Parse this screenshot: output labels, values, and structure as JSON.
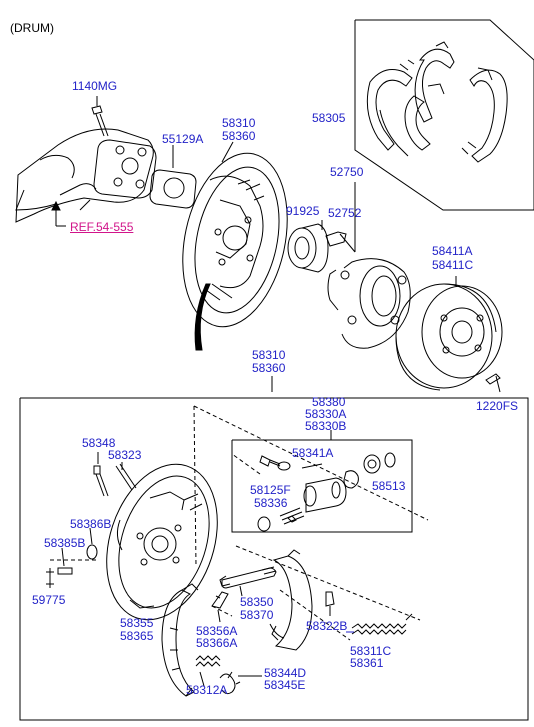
{
  "title": "(DRUM)",
  "reference": "REF.54-555",
  "colors": {
    "part_label": "#2323c8",
    "reference_link": "#d1148a",
    "line_art": "#000000"
  },
  "labels": {
    "p1140MG": "1140MG",
    "p55129A": "55129A",
    "p58310_top": "58310",
    "p58360_top": "58360",
    "p58305": "58305",
    "p52750": "52750",
    "p91925": "91925",
    "p52752": "52752",
    "p58411A": "58411A",
    "p58411C": "58411C",
    "p1220FS": "1220FS",
    "p58310_mid": "58310",
    "p58360_mid": "58360",
    "p58380": "58380",
    "p58330A": "58330A",
    "p58330B": "58330B",
    "p58348": "58348",
    "p58323": "58323",
    "p58341A": "58341A",
    "p58513": "58513",
    "p58125F": "58125F",
    "p58336": "58336",
    "p58386B": "58386B",
    "p58385B": "58385B",
    "p59775": "59775",
    "p58355": "58355",
    "p58365": "58365",
    "p58356A": "58356A",
    "p58366A": "58366A",
    "p58350": "58350",
    "p58370": "58370",
    "p58322B": "58322B",
    "p58311C": "58311C",
    "p58361": "58361",
    "p58344D": "58344D",
    "p58345E": "58345E",
    "p58312A": "58312A"
  }
}
